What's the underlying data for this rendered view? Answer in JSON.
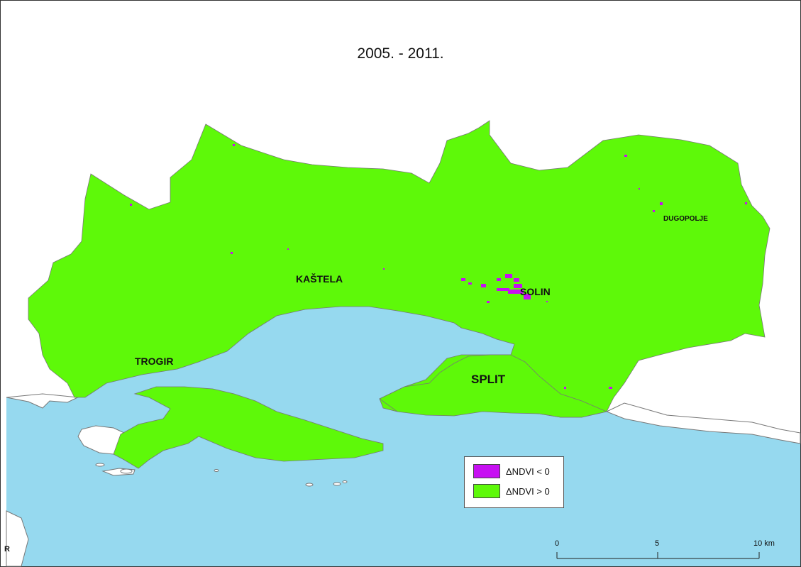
{
  "map": {
    "title": "2005. - 2011.",
    "colors": {
      "sea": "#96d9ef",
      "land_outside": "#ffffff",
      "positive_ndvi": "#5ef909",
      "negative_ndvi": "#c710f2",
      "coast_stroke": "#777777"
    },
    "places": {
      "trogir": "TROGIR",
      "kastela": "KAŠTELA",
      "solin": "SOLIN",
      "split": "SPLIT",
      "dugopolje": "DUGOPOLJE"
    },
    "legend": {
      "negative": {
        "label": "ΔNDVI < 0",
        "color": "#c710f2"
      },
      "positive": {
        "label": "ΔNDVI > 0",
        "color": "#5ef909"
      }
    },
    "scale_bar": {
      "ticks": [
        "0",
        "5",
        "10 km"
      ]
    },
    "corner_letter": "R"
  }
}
